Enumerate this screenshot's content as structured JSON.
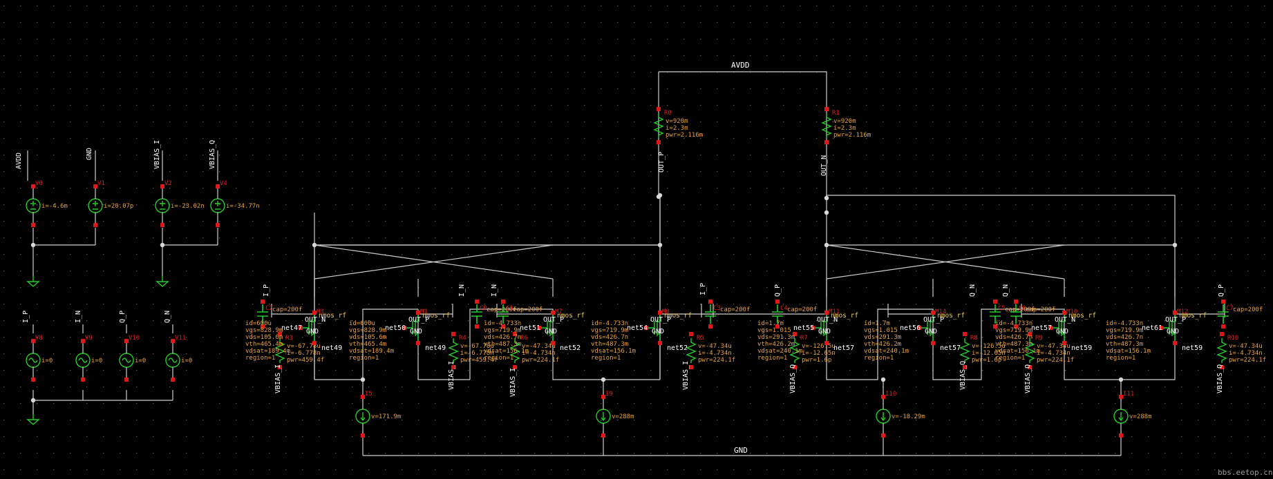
{
  "title_net": "AVDD",
  "bottom_net": "GND",
  "watermark": "bbs.eetop.cn",
  "colors": {
    "background": "#000000",
    "wire": "#cfcfcf",
    "symbol": "#22d02a",
    "pin": "#e01818",
    "param": "#e8a23a"
  },
  "vlabels": [
    {
      "id": "l0",
      "text": "AVDD"
    },
    {
      "id": "l1",
      "text": "GND"
    },
    {
      "id": "l2",
      "text": "VBIAS_I"
    },
    {
      "id": "l3",
      "text": "VBIAS_Q"
    },
    {
      "id": "l4",
      "text": "I_P"
    },
    {
      "id": "l5",
      "text": "I_N"
    },
    {
      "id": "l6",
      "text": "Q_P"
    },
    {
      "id": "l7",
      "text": "Q_N"
    },
    {
      "id": "l8",
      "text": "OUT_P"
    },
    {
      "id": "l9",
      "text": "OUT_N"
    },
    {
      "id": "l10",
      "text": "I_P"
    },
    {
      "id": "l11",
      "text": "I_N"
    },
    {
      "id": "l12",
      "text": "I_N"
    },
    {
      "id": "l13",
      "text": "I_P"
    },
    {
      "id": "l14",
      "text": "Q_P"
    },
    {
      "id": "l15",
      "text": "Q_N"
    },
    {
      "id": "l16",
      "text": "Q_N"
    },
    {
      "id": "l17",
      "text": "Q_P"
    },
    {
      "id": "l18",
      "text": "VBIAS_I"
    },
    {
      "id": "l19",
      "text": "VBIAS_I"
    },
    {
      "id": "l20",
      "text": "VBIAS_I"
    },
    {
      "id": "l21",
      "text": "VBIAS_I"
    },
    {
      "id": "l22",
      "text": "VBIAS_Q"
    },
    {
      "id": "l23",
      "text": "VBIAS_Q"
    },
    {
      "id": "l24",
      "text": "VBIAS_Q"
    },
    {
      "id": "l25",
      "text": "VBIAS_Q"
    }
  ],
  "sources": [
    {
      "id": "s0",
      "name": "V0",
      "params": [
        "i=-4.6m"
      ]
    },
    {
      "id": "s1",
      "name": "V1",
      "params": [
        "i=20.07p"
      ]
    },
    {
      "id": "s2",
      "name": "V2",
      "params": [
        "i=-23.02n"
      ]
    },
    {
      "id": "s3",
      "name": "V4",
      "params": [
        "i=-34.77n"
      ]
    },
    {
      "id": "s4",
      "name": "V8",
      "params": [
        "i=0"
      ]
    },
    {
      "id": "s5",
      "name": "V9",
      "params": [
        "i=0"
      ]
    },
    {
      "id": "s6",
      "name": "V10",
      "params": [
        "i=0"
      ]
    },
    {
      "id": "s7",
      "name": "V11",
      "params": [
        "i=0"
      ]
    },
    {
      "id": "s8",
      "name": "I5",
      "params": [
        "v=171.9m"
      ]
    },
    {
      "id": "s9",
      "name": "I9",
      "params": [
        "v=288m"
      ]
    },
    {
      "id": "s10",
      "name": "I10",
      "params": [
        "v=-18.29m"
      ]
    },
    {
      "id": "s11",
      "name": "I11",
      "params": [
        "v=288m"
      ]
    }
  ],
  "resistors": [
    {
      "id": "r0",
      "name": "R0",
      "params": [
        "v=920m",
        "i=2.3m",
        "pwr=2.116m"
      ]
    },
    {
      "id": "r1",
      "name": "R1",
      "params": [
        "v=920m",
        "i=2.3m",
        "pwr=2.116m"
      ]
    },
    {
      "id": "r2",
      "name": "R3",
      "params": [
        "v=-67.78u",
        "i=-6.778n",
        "pwr=459.4f"
      ]
    },
    {
      "id": "r3",
      "name": "R4",
      "params": [
        "v=-67.78u",
        "i=-6.778n",
        "pwr=459.4f"
      ]
    },
    {
      "id": "r4",
      "name": "R5",
      "params": [
        "v=-47.34u",
        "i=-4.734n",
        "pwr=224.1f"
      ]
    },
    {
      "id": "r5",
      "name": "R6",
      "params": [
        "v=-47.34u",
        "i=-4.734n",
        "pwr=224.1f"
      ]
    },
    {
      "id": "r6",
      "name": "R7",
      "params": [
        "v=-126.5u",
        "i=-12.65n",
        "pwr=1.6p"
      ]
    },
    {
      "id": "r7",
      "name": "R8",
      "params": [
        "v=-126.5u",
        "i=-12.65n",
        "pwr=1.6p"
      ]
    },
    {
      "id": "r8",
      "name": "R9",
      "params": [
        "v=-47.34u",
        "i=-4.734n",
        "pwr=224.1f"
      ]
    },
    {
      "id": "r9",
      "name": "R10",
      "params": [
        "v=-47.34u",
        "i=-4.734n",
        "pwr=224.1f"
      ]
    }
  ],
  "capacitors": [
    {
      "id": "c0",
      "name": "C2",
      "params": [
        "cap=200f"
      ]
    },
    {
      "id": "c1",
      "name": "C0",
      "params": [
        "cap=200f"
      ]
    },
    {
      "id": "c2",
      "name": "C1",
      "params": [
        "cap=200f"
      ]
    },
    {
      "id": "c3",
      "name": "C3",
      "params": [
        "cap=200f"
      ]
    },
    {
      "id": "c4",
      "name": "C4",
      "params": [
        "cap=200f"
      ]
    },
    {
      "id": "c5",
      "name": "C5",
      "params": [
        "cap=200f"
      ]
    },
    {
      "id": "c6",
      "name": "C6",
      "params": [
        "cap=200f"
      ]
    },
    {
      "id": "c7",
      "name": "C7",
      "params": [
        "cap=200f"
      ]
    }
  ],
  "mosfets": [
    {
      "id": "m0",
      "name": "M3",
      "model": "nmos_rf",
      "drain": "OUT_N",
      "source": "GND",
      "gate": "net47",
      "srcnet": "net49",
      "params": [
        "id=600u",
        "vgs=828.9m",
        "vds=105.6m",
        "vth=465.4m",
        "vdsat=189.4m",
        "region=1"
      ]
    },
    {
      "id": "m1",
      "name": "M1",
      "model": "nmos_rf",
      "drain": "OUT_P",
      "source": "GND",
      "gate": "net50",
      "srcnet": "net49",
      "params": [
        "id=600u",
        "vgs=828.9m",
        "vds=105.6m",
        "vth=465.4m",
        "vdsat=189.4m",
        "region=1"
      ]
    },
    {
      "id": "m2",
      "name": "M7",
      "model": "nmos_rf",
      "drain": "OUT_P",
      "source": "GND",
      "gate": "net51",
      "srcnet": "net52",
      "params": [
        "id=-4.733n",
        "vgs=719.9m",
        "vds=426.7n",
        "vth=487.3m",
        "vdsat=156.1m",
        "region=1"
      ]
    },
    {
      "id": "m3",
      "name": "M8",
      "model": "nmos_rf",
      "drain": "OUT_P",
      "source": "GND",
      "gate": "net54",
      "srcnet": "net52",
      "params": [
        "id=-4.733n",
        "vgs=719.9m",
        "vds=426.7n",
        "vth=487.3m",
        "vdsat=156.1m",
        "region=1"
      ]
    },
    {
      "id": "m4",
      "name": "M11",
      "model": "nmos_rf",
      "drain": "OUT_N",
      "source": "GND",
      "gate": "net55",
      "srcnet": "net57",
      "params": [
        "id=1.7m",
        "vgs=1.015",
        "vds=291.3m",
        "vth=426.2m",
        "vdsat=240.1m",
        "region=1"
      ]
    },
    {
      "id": "m5",
      "name": "M14",
      "model": "nmos_rf",
      "drain": "OUT_P",
      "source": "GND",
      "gate": "net56",
      "srcnet": "net57",
      "params": [
        "id=1.7m",
        "vgs=1.015",
        "vds=291.3m",
        "vth=426.2m",
        "vdsat=240.1m",
        "region=1"
      ]
    },
    {
      "id": "m6",
      "name": "M10",
      "model": "nmos_rf",
      "drain": "OUT_N",
      "source": "GND",
      "gate": "net57",
      "srcnet": "net59",
      "params": [
        "id=-4.733n",
        "vgs=719.9m",
        "vds=426.7n",
        "vth=487.3m",
        "vdsat=156.1m",
        "region=1"
      ]
    },
    {
      "id": "m7",
      "name": "M12",
      "model": "nmos_rf",
      "drain": "OUT_P",
      "source": "GND",
      "gate": "net61",
      "srcnet": "net59",
      "params": [
        "id=-4.733n",
        "vgs=719.9m",
        "vds=426.7n",
        "vth=487.3m",
        "vdsat=156.1m",
        "region=1"
      ]
    }
  ]
}
